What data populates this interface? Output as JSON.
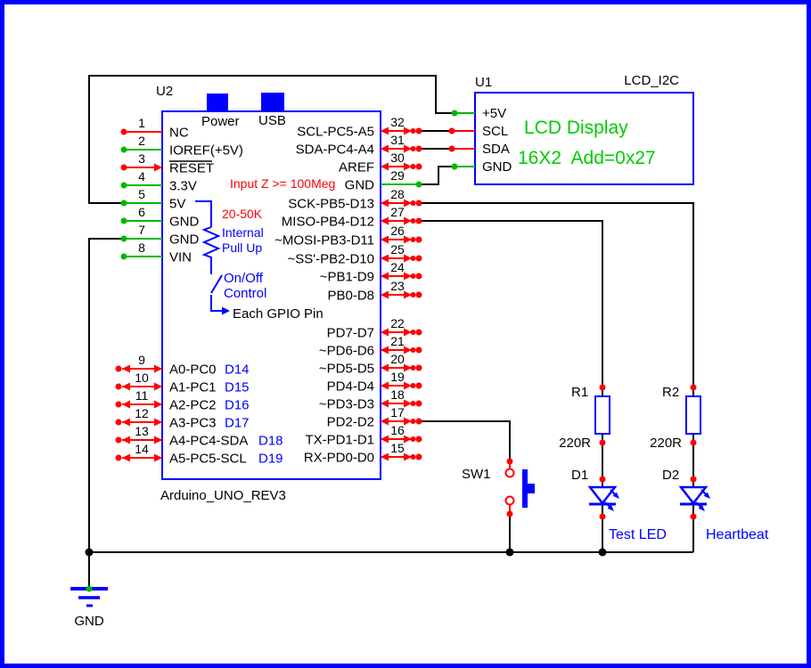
{
  "colors": {
    "component_blue": "#0000ff",
    "signal_red": "#ff0000",
    "wire_green": "#00b800",
    "lcd_text_green": "#00cc00",
    "wire_black": "#000000"
  },
  "u2": {
    "ref": "U2",
    "part_name": "Arduino_UNO_REV3",
    "power_label": "Power",
    "usb_label": "USB",
    "left_pins": [
      {
        "num": "1",
        "label": "NC"
      },
      {
        "num": "2",
        "label": "IOREF(+5V)"
      },
      {
        "num": "3",
        "label": "RESET"
      },
      {
        "num": "4",
        "label": "3.3V"
      },
      {
        "num": "5",
        "label": "5V"
      },
      {
        "num": "6",
        "label": "GND"
      },
      {
        "num": "7",
        "label": "GND"
      },
      {
        "num": "8",
        "label": "VIN"
      }
    ],
    "right_pins": [
      {
        "num": "32",
        "label": "SCL-PC5-A5"
      },
      {
        "num": "31",
        "label": "SDA-PC4-A4"
      },
      {
        "num": "30",
        "label": "AREF"
      },
      {
        "num": "29",
        "label": "GND"
      },
      {
        "num": "28",
        "label": "SCK-PB5-D13"
      },
      {
        "num": "27",
        "label": "MISO-PB4-D12"
      },
      {
        "num": "26",
        "label": "~MOSI-PB3-D11"
      },
      {
        "num": "25",
        "label": "~SS'-PB2-D10"
      },
      {
        "num": "24",
        "label": "~PB1-D9"
      },
      {
        "num": "23",
        "label": "PB0-D8"
      }
    ],
    "digital_pins": [
      {
        "num": "22",
        "label": "PD7-D7"
      },
      {
        "num": "21",
        "label": "~PD6-D6"
      },
      {
        "num": "20",
        "label": "~PD5-D5"
      },
      {
        "num": "19",
        "label": "PD4-D4"
      },
      {
        "num": "18",
        "label": "~PD3-D3"
      },
      {
        "num": "17",
        "label": "PD2-D2"
      },
      {
        "num": "16",
        "label": "TX-PD1-D1"
      },
      {
        "num": "15",
        "label": "RX-PD0-D0"
      }
    ],
    "analog_pins": [
      {
        "num": "9",
        "label": "A0-PC0",
        "dlabel": "D14"
      },
      {
        "num": "10",
        "label": "A1-PC1",
        "dlabel": "D15"
      },
      {
        "num": "11",
        "label": "A2-PC2",
        "dlabel": "D16"
      },
      {
        "num": "12",
        "label": "A3-PC3",
        "dlabel": "D17"
      },
      {
        "num": "13",
        "label": "A4-PC4-SDA",
        "dlabel": "D18"
      },
      {
        "num": "14",
        "label": "A5-PC5-SCL",
        "dlabel": "D19"
      }
    ],
    "notes": {
      "input_z": "Input Z >= 100Meg",
      "pullup_value": "20-50K",
      "pullup_1": "Internal",
      "pullup_2": "Pull Up",
      "switch_1": "On/Off",
      "switch_2": "Control",
      "gpio": "Each GPIO Pin"
    }
  },
  "u1": {
    "ref": "U1",
    "type": "LCD_I2C",
    "pins": [
      "+5V",
      "SCL",
      "SDA",
      "GND"
    ],
    "display_1": "LCD Display",
    "display_2": "16X2  Add=0x27"
  },
  "r1": {
    "ref": "R1",
    "value": "220R"
  },
  "r2": {
    "ref": "R2",
    "value": "220R"
  },
  "d1": {
    "ref": "D1",
    "function": "Test LED"
  },
  "d2": {
    "ref": "D2",
    "function": "Heartbeat"
  },
  "sw1": {
    "ref": "SW1"
  },
  "ground": {
    "label": "GND"
  }
}
